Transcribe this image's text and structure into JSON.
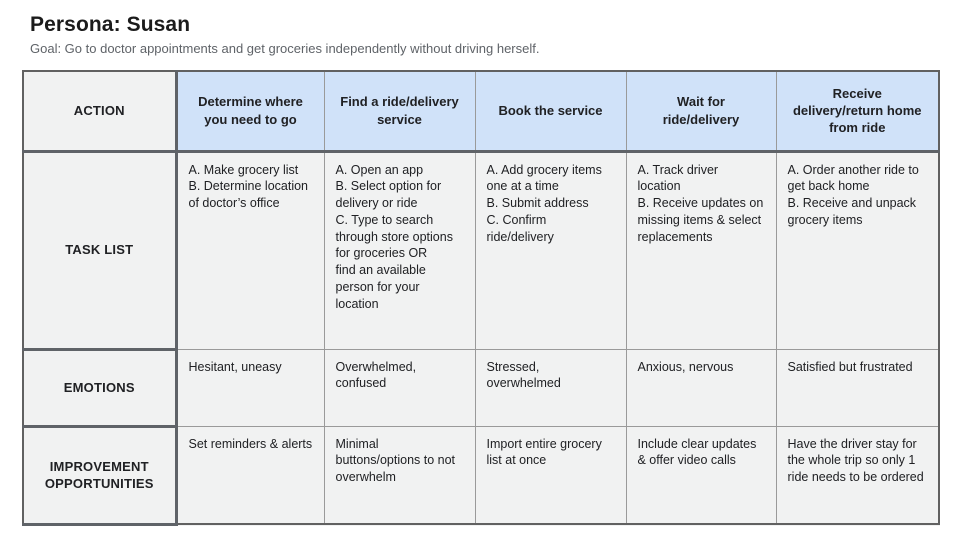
{
  "header": {
    "title": "Persona: Susan",
    "goal": "Goal: Go to doctor appointments and get groceries independently without driving herself."
  },
  "journey_table": {
    "row_labels": {
      "action": "ACTION",
      "task_list": "TASK LIST",
      "emotions": "EMOTIONS",
      "improvements": "IMPROVEMENT OPPORTUNITIES"
    },
    "stages": [
      "Determine where you need to go",
      "Find a ride/delivery service",
      "Book the service",
      "Wait for ride/delivery",
      "Receive delivery/return home from ride"
    ],
    "task_list": [
      "A. Make grocery list\nB. Determine location of doctor’s office",
      "A. Open an app\nB. Select option for delivery or ride\nC. Type to search through store options for groceries OR\nfind an available person for your location",
      "A. Add grocery items one at a time\nB. Submit address\nC. Confirm ride/delivery",
      "A. Track driver location\nB. Receive updates on missing items & select replacements",
      "A. Order another ride to get back home\nB. Receive and unpack grocery items"
    ],
    "emotions": [
      "Hesitant, uneasy",
      "Overwhelmed, confused",
      "Stressed, overwhelmed",
      "Anxious, nervous",
      "Satisfied but frustrated"
    ],
    "improvements": [
      "Set reminders & alerts",
      "Minimal buttons/options to not overwhelm",
      "Import entire grocery list at once",
      "Include clear updates & offer video calls",
      "Have the driver stay for the whole trip so only 1 ride needs to be ordered"
    ]
  },
  "colors": {
    "stage_header_bg": "#d0e2f9",
    "cell_bg": "#f1f2f2",
    "border_dark": "#5f6368",
    "border_light": "#9a9a9a"
  }
}
